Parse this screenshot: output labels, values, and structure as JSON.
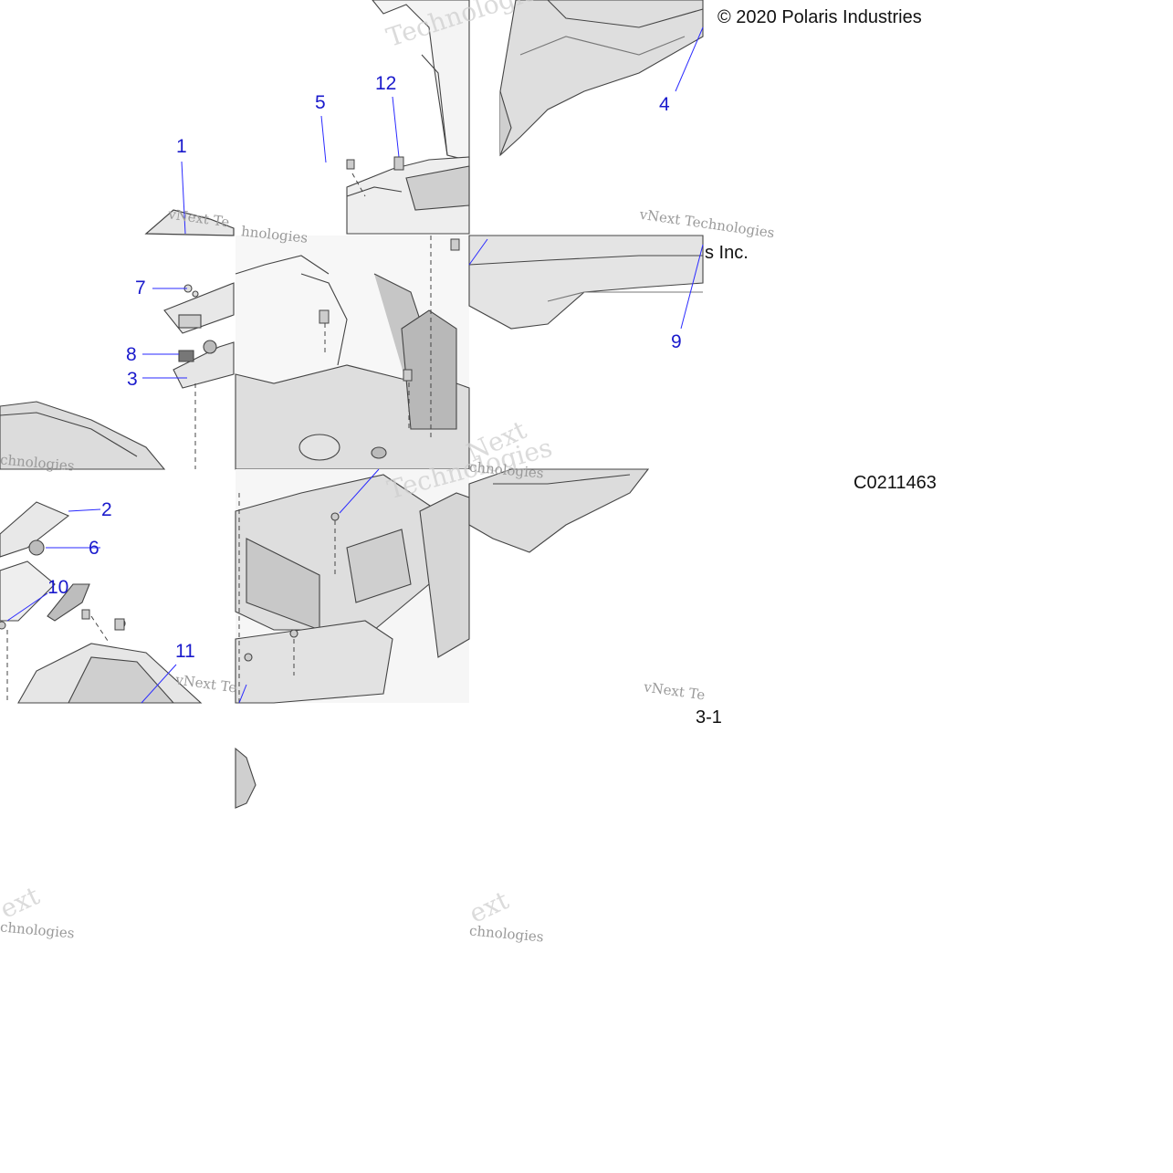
{
  "diagram": {
    "copyright": "© 2020 Polaris Industries",
    "copyright_tail": "s Inc.",
    "figure_code": "C0211463",
    "page_ref": "3-1",
    "watermarks": {
      "vnext": "vNext Technologies",
      "vnext_short": "vNext Te",
      "technologies": "Technologies",
      "hnologies": "hnologies",
      "chnologies": "chnologies",
      "next": "Next",
      "ext": "ext"
    },
    "callouts": [
      "1",
      "2",
      "3",
      "4",
      "5",
      "6",
      "7",
      "8",
      "9",
      "10",
      "11",
      "12"
    ]
  },
  "colors": {
    "callout": "#1a1acc",
    "line": "#333333",
    "part_fill": "#dcdcdc",
    "part_shadow": "#bdbdbd"
  }
}
